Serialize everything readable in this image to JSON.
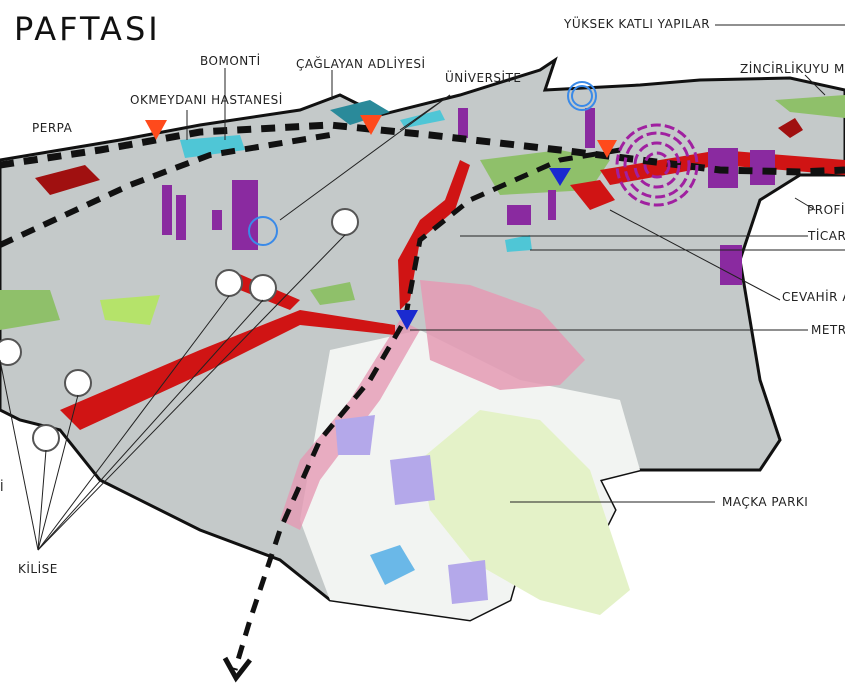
{
  "title": "PAFTASI",
  "labels": {
    "yuksek_katli": "YÜKSEK KATLI YAPILAR",
    "zincirlikuyu": "ZİNCİRLİKUYU MEZ",
    "bomonti": "BOMONTİ",
    "caglayan": "ÇAĞLAYAN ADLİYESİ",
    "universite": "ÜNİVERSİTE",
    "okmeydani": "OKMEYDANI HASTANESİ",
    "perpa": "PERPA",
    "profil": "PROFİL",
    "ticaret": "TİCARE",
    "cevahir": "CEVAHİR A",
    "metro": "METRO",
    "macka": "MAÇKA PARKI",
    "kilise": "KİLİSE",
    "left_cut": "İ"
  },
  "colors": {
    "buildings": "#b9bfbf",
    "park": "#8fc06a",
    "light_park": "#e4f2c8",
    "commercial": "#d01414",
    "high_rise": "#8a2aa0",
    "pink_zone": "#e59ab4",
    "hospital": "#4fc6d6",
    "metro_line": "#111111",
    "station_marker": "#ff4a1c",
    "metro_marker": "#1a2ad0"
  }
}
